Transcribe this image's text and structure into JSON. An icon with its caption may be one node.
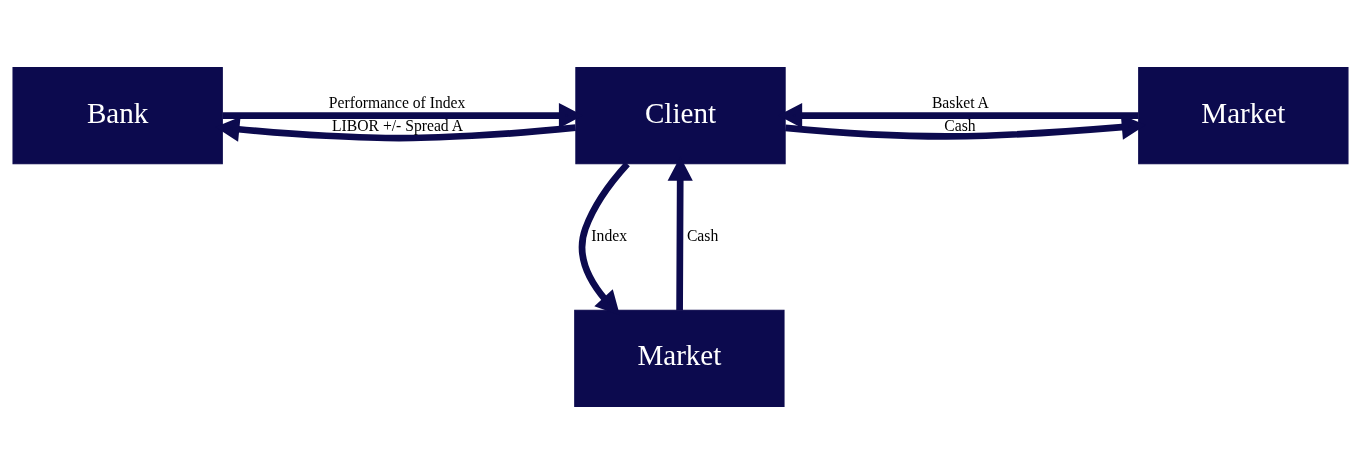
{
  "diagram": {
    "nodes": [
      {
        "text": [
          "Bank"
        ]
      },
      {
        "text": [
          "Client"
        ]
      },
      {
        "text": [
          "Market"
        ]
      },
      {
        "text": [
          "Market"
        ]
      }
    ],
    "edges": [
      {
        "from": 1,
        "to": 0,
        "arrow": "to",
        "label": "LIBOR +/- Spread A"
      },
      {
        "from": 0,
        "to": 1,
        "arrow": "to",
        "label": "Performance of Index"
      },
      {
        "from": 2,
        "to": 1,
        "arrow": "to",
        "label": "Basket A"
      },
      {
        "from": 1,
        "to": 2,
        "arrow": "to",
        "label": "Cash"
      },
      {
        "from": 3,
        "to": 1,
        "arrow": "to",
        "label": "Cash"
      },
      {
        "from": 1,
        "to": 3,
        "arrow": "to",
        "label": "Index"
      }
    ]
  }
}
